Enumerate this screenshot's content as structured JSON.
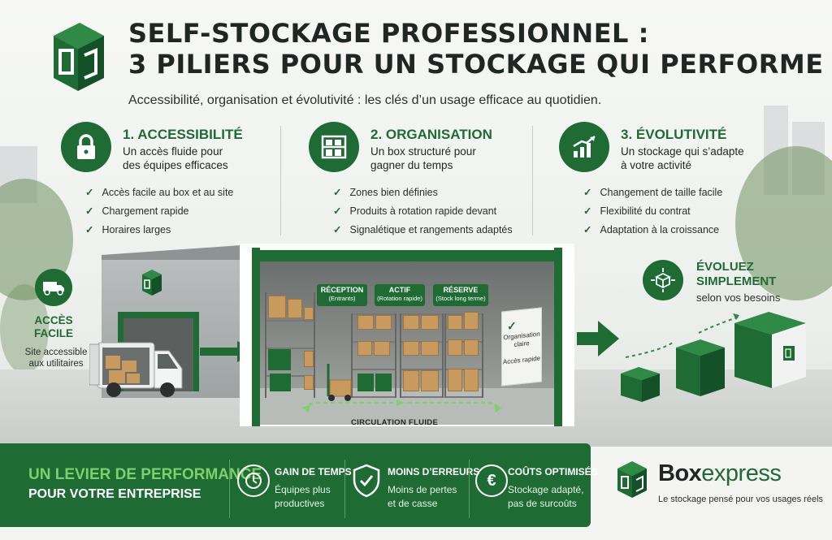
{
  "header": {
    "title_line1": "SELF-STOCKAGE PROFESSIONNEL :",
    "title_line2": "3 PILIERS POUR UN STOCKAGE QUI PERFORME",
    "subtitle": "Accessibilité, organisation et évolutivité : les clés d’un usage efficace au quotidien."
  },
  "pillars": [
    {
      "icon": "padlock-icon",
      "title": "1. ACCESSIBILITÉ",
      "desc_line1": "Un accès fluide pour",
      "desc_line2": "des équipes efficaces",
      "items": [
        "Accès facile au box et au site",
        "Chargement rapide",
        "Horaires larges"
      ]
    },
    {
      "icon": "shelves-icon",
      "title": "2. ORGANISATION",
      "desc_line1": "Un box structuré pour",
      "desc_line2": "gagner du temps",
      "items": [
        "Zones bien définies",
        "Produits à rotation rapide devant",
        "Signalétique et rangements adaptés"
      ]
    },
    {
      "icon": "growth-chart-icon",
      "title": "3. ÉVOLUTIVITÉ",
      "desc_line1": "Un stockage qui s’adapte",
      "desc_line2": "à votre activité",
      "items": [
        "Changement de taille facile",
        "Flexibilité du contrat",
        "Adaptation à la croissance"
      ]
    }
  ],
  "access": {
    "icon": "van-icon",
    "title_line1": "ACCÈS",
    "title_line2": "FACILE",
    "desc_line1": "Site accessible",
    "desc_line2": "aux utilitaires"
  },
  "storage_box": {
    "zones": [
      {
        "title": "RÉCEPTION",
        "sub": "(Entrants)"
      },
      {
        "title": "ACTIF",
        "sub": "(Rotation rapide)"
      },
      {
        "title": "RÉSERVE",
        "sub": "(Stock long terme)"
      }
    ],
    "board_line1": "Organisation",
    "board_line2": "claire",
    "board_line3": "Accès rapide",
    "flow_label": "CIRCULATION FLUIDE"
  },
  "evolution": {
    "icon": "expand-cube-icon",
    "title_line1": "ÉVOLUEZ",
    "title_line2": "SIMPLEMENT",
    "desc": "selon vos besoins"
  },
  "banner": {
    "headline1": "UN LEVIER DE PERFORMANCE",
    "headline2": "POUR VOTRE ENTREPRISE",
    "benefits": [
      {
        "icon": "clock-icon",
        "title": "GAIN DE TEMPS",
        "line1": "Équipes plus",
        "line2": "productives"
      },
      {
        "icon": "shield-check-icon",
        "title": "MOINS D’ERREURS",
        "line1": "Moins de pertes",
        "line2": "et de casse"
      },
      {
        "icon": "euro-icon",
        "title": "COÛTS OPTIMISÉS",
        "line1": "Stockage adapté,",
        "line2": "pas de surcoûts"
      }
    ]
  },
  "brand": {
    "name_part1": "Box",
    "name_part2": "express",
    "tagline": "Le stockage pensé pour vos usages réels"
  },
  "colors": {
    "brand_green": "#1e6b34",
    "accent_green": "#7ed06a"
  }
}
